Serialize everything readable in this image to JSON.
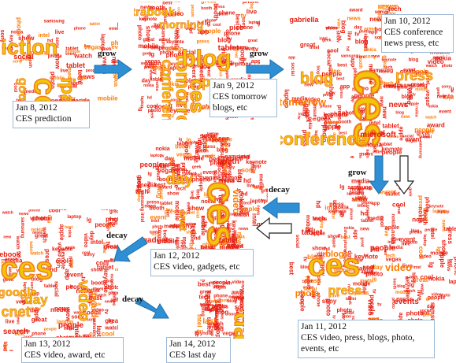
{
  "colors": {
    "main_word": "#f2c40a",
    "main_outline": "#f07a1c",
    "filler": "#e81e10",
    "accent": "#ff7a00",
    "grow_arrow": "#2e8fd4",
    "hollow_arrow": "#ffffff"
  },
  "arrows": {
    "grow1": "grow",
    "grow2": "grow",
    "grow3": "grow",
    "decay1": "decay",
    "decay2": "decay",
    "decay3": "decay"
  },
  "captions": {
    "jan8": {
      "date": "Jan 8, 2012",
      "desc": "CES prediction"
    },
    "jan9": {
      "date": "Jan 9, 2012",
      "desc1": "CES tomorrow",
      "desc2": "blogs, etc"
    },
    "jan10": {
      "date": "Jan 10, 2012",
      "desc1": "CES conference",
      "desc2": "news press, etc"
    },
    "jan11": {
      "date": "Jan 11, 2012",
      "desc1": "CES video, press, blogs, photo,",
      "desc2": "events, etc"
    },
    "jan12": {
      "date": "Jan 12, 2012",
      "desc": "CES video, gadgets, etc"
    },
    "jan13": {
      "date": "Jan 13, 2012",
      "desc": "CES video, award, etc"
    },
    "jan14": {
      "date": "Jan 14, 2012",
      "desc": "CES last day"
    }
  },
  "clouds": {
    "jan8": {
      "words": [
        "prediction",
        "ces",
        "ipad",
        "google",
        "social",
        "tablet"
      ]
    },
    "jan9": {
      "words": [
        "ultrabook",
        "morning",
        "tomorrow",
        "conference",
        "blog",
        "ces",
        "press",
        "tablet",
        "pics"
      ]
    },
    "jan10": {
      "words": [
        "ces",
        "blog",
        "conference",
        "press",
        "tomorrow",
        "news",
        "microsoft",
        "gabriella"
      ]
    },
    "jan11": {
      "words": [
        "ces",
        "press",
        "video",
        "photo",
        "blogs",
        "events",
        "tablet",
        "people"
      ]
    },
    "jan12": {
      "words": [
        "ces",
        "cnet",
        "day",
        "video",
        "gadgets",
        "booth",
        "people",
        "tablet"
      ]
    },
    "jan13": {
      "words": [
        "ces",
        "google",
        "cnet",
        "day",
        "video",
        "award",
        "search",
        "people",
        "facebook"
      ]
    },
    "jan14": {
      "words": [
        "day",
        "last",
        "ces"
      ]
    }
  }
}
